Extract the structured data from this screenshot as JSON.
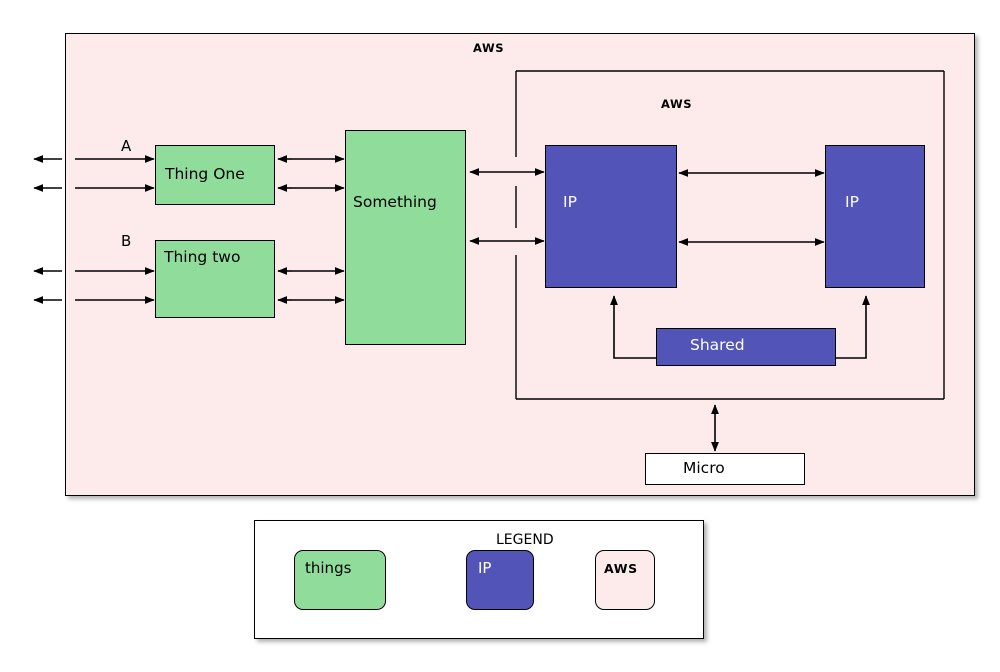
{
  "diagram": {
    "outer_container": {
      "label": "AWS",
      "fill": "#fdeaea"
    },
    "inner_container": {
      "label": "AWS"
    },
    "nodes": [
      {
        "id": "thing-one",
        "label": "Thing One",
        "fill": "#90dd9b"
      },
      {
        "id": "thing-two",
        "label": "Thing two",
        "fill": "#90dd9b"
      },
      {
        "id": "something",
        "label": "Something",
        "fill": "#90dd9b"
      },
      {
        "id": "ip-left",
        "label": "IP",
        "fill": "#5354b7"
      },
      {
        "id": "ip-right",
        "label": "IP",
        "fill": "#5354b7"
      },
      {
        "id": "shared",
        "label": "Shared",
        "fill": "#5354b7"
      },
      {
        "id": "micro",
        "label": "Micro",
        "fill": "#ffffff"
      }
    ],
    "edge_labels": [
      {
        "id": "label-a",
        "text": "A"
      },
      {
        "id": "label-b",
        "text": "B"
      }
    ]
  },
  "legend": {
    "title": "LEGEND",
    "items": [
      {
        "id": "legend-things",
        "label": "things",
        "fill": "#90dd9b"
      },
      {
        "id": "legend-ip",
        "label": "IP",
        "fill": "#5354b7"
      },
      {
        "id": "legend-aws",
        "label": "AWS",
        "fill": "#fdeaea"
      }
    ]
  }
}
